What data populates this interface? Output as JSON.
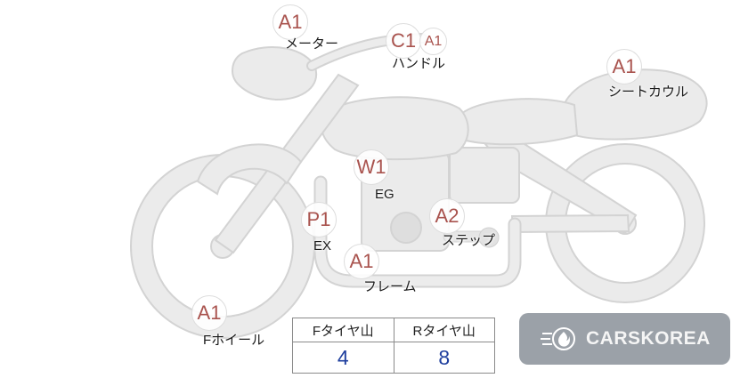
{
  "diagram": {
    "labels": [
      {
        "grade": "A1",
        "part": "メーター"
      },
      {
        "grade": "C1",
        "extra_grade": "A1",
        "part": "ハンドル"
      },
      {
        "grade": "A1",
        "part": "シートカウル"
      },
      {
        "grade": "W1",
        "part": "EG"
      },
      {
        "grade": "P1",
        "part": "EX"
      },
      {
        "grade": "A2",
        "part": "ステップ"
      },
      {
        "grade": "A1",
        "part": "フレーム"
      },
      {
        "grade": "A1",
        "part": "Fホイール"
      }
    ]
  },
  "tire_table": {
    "headers": [
      "Fタイヤ山",
      "Rタイヤ山"
    ],
    "values": [
      "4",
      "8"
    ]
  },
  "watermark": {
    "brand": "CARSKOREA",
    "icon": "flame-wheel-icon"
  },
  "colors": {
    "grade_text": "#a9534e",
    "part_text": "#1a1a1a",
    "tire_value": "#1f3f9e",
    "table_border": "#8a8a8a",
    "bike_fill": "#ebebeb",
    "bike_stroke": "#d3d3d3",
    "watermark_bg": "#9ba1a8",
    "watermark_text": "#f5f5f5"
  }
}
